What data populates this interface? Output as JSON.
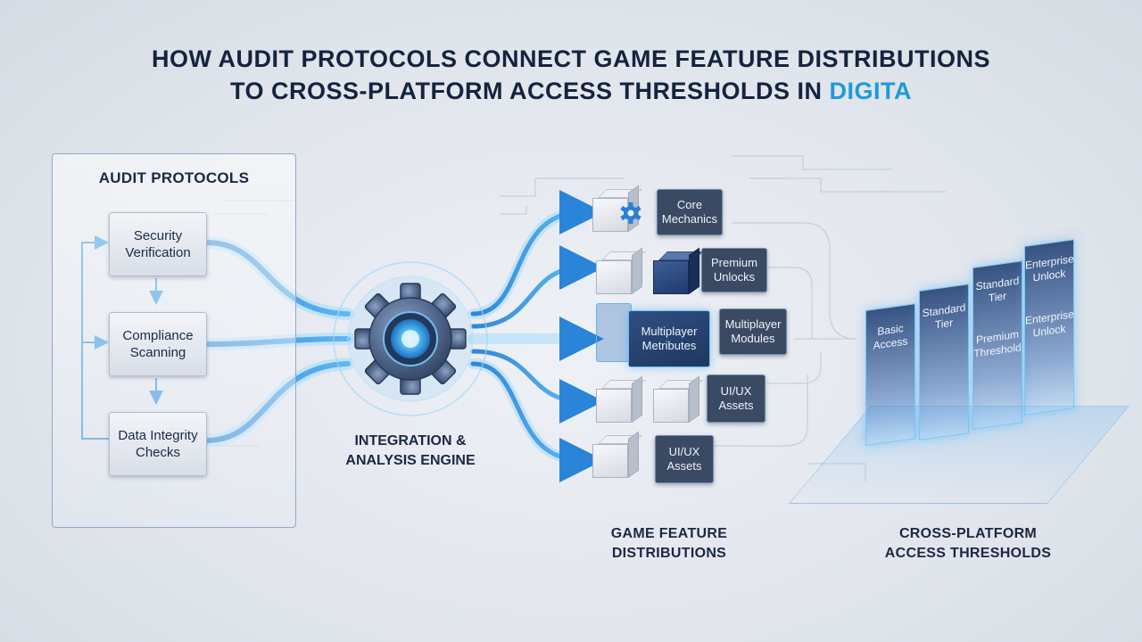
{
  "title": {
    "line1": "HOW AUDIT PROTOCOLS CONNECT GAME FEATURE DISTRIBUTIONS",
    "line2_prefix": "TO CROSS-PLATFORM ACCESS THRESHOLDS IN ",
    "line2_accent": "DIGITA"
  },
  "audit": {
    "title": "AUDIT PROTOCOLS",
    "steps": [
      "Security Verification",
      "Compliance Scanning",
      "Data Integrity Checks"
    ]
  },
  "engine": {
    "label_line1": "INTEGRATION &",
    "label_line2": "ANALYSIS ENGINE"
  },
  "features": {
    "section_line1": "GAME FEATURE",
    "section_line2": "DISTRIBUTIONS",
    "core": "Core Mechanics",
    "premium": "Premium Unlocks",
    "multiplayer_glass": "Multiplayer Metributes",
    "multiplayer": "Multiplayer Modules",
    "uiux_1": "UI/UX Assets",
    "uiux_2": "UI/UX Assets"
  },
  "access": {
    "section_line1": "CROSS-PLATFORM",
    "section_line2": "ACCESS THRESHOLDS",
    "tiers": [
      {
        "label": "Basic Access"
      },
      {
        "label": "Standard Tier"
      },
      {
        "label": "Standard Tier",
        "label2": "Premium Threshold"
      },
      {
        "label": "Enterprise Unlock",
        "label2": "Enterprise Unlock"
      }
    ]
  },
  "colors": {
    "accent": "#1d9bd8",
    "flow": "#2f8ee0",
    "flow_glow": "#7fd0ff",
    "dark_text": "#14233f"
  }
}
